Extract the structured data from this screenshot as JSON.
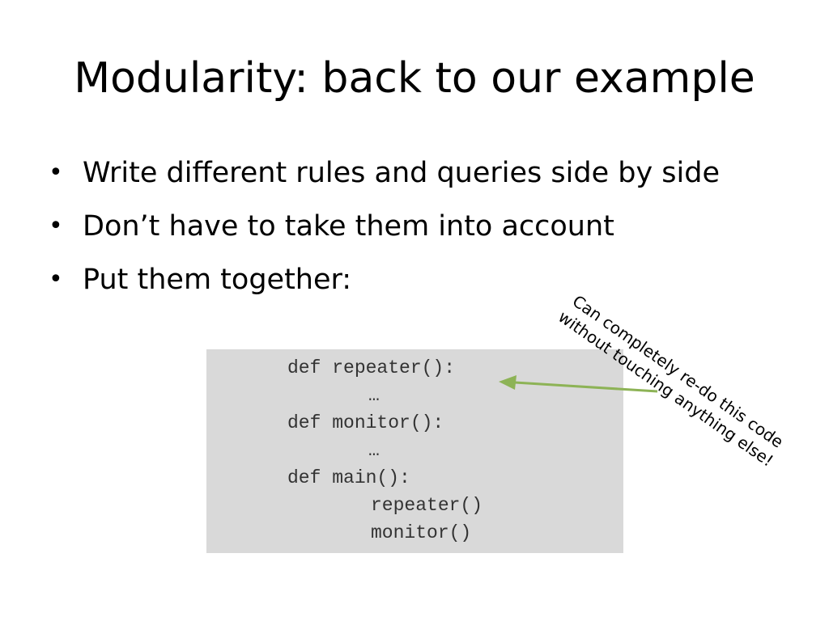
{
  "slide": {
    "title": "Modularity: back to our example",
    "bullet_glyph": "•",
    "bullets": [
      "Write different rules and queries side by side",
      "Don’t have to take them into account",
      "Put them together:"
    ],
    "code_lines": [
      "def repeater():",
      "…",
      "def monitor():",
      "…",
      "def main():",
      "repeater()",
      "monitor()"
    ],
    "callout": {
      "line1": "Can completely re-do this code",
      "line2": "without touching anything else!"
    },
    "colors": {
      "code_background": "#d9d9d9",
      "arrow": "#8db356",
      "code_text": "#333333"
    }
  }
}
